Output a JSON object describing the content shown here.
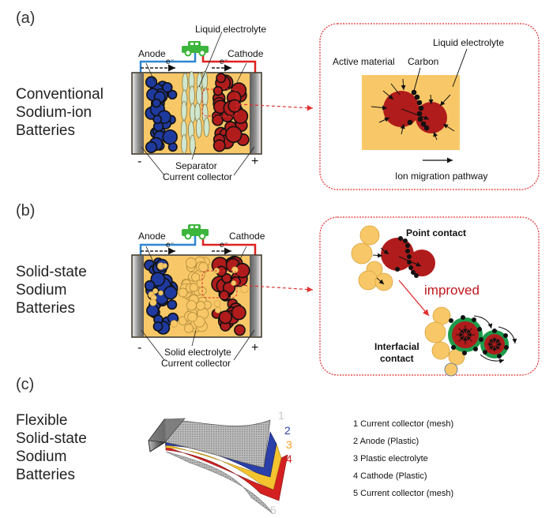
{
  "panels": [
    {
      "id": "a",
      "label": "(a)",
      "title_lines": [
        "Conventional",
        "Sodium-ion",
        "Batteries"
      ],
      "cell": {
        "top_label": "Liquid electrolyte",
        "anode_label": "Anode",
        "cathode_label": "Cathode",
        "electron_label": "e⁻",
        "minus": "-",
        "plus": "+",
        "middle_label": "Separator",
        "bottom_label": "Current collector",
        "load_icon": "car-icon"
      },
      "zoom": {
        "labels": {
          "active_material": "Active material",
          "carbon": "Carbon",
          "liquid_electrolyte": "Liquid electrolyte",
          "pathway": "Ion migration pathway"
        }
      }
    },
    {
      "id": "b",
      "label": "(b)",
      "title_lines": [
        "Solid-state",
        "Sodium",
        "Batteries"
      ],
      "cell": {
        "anode_label": "Anode",
        "cathode_label": "Cathode",
        "electron_label": "e⁻",
        "minus": "-",
        "plus": "+",
        "middle_label": "Solid electrolyte",
        "bottom_label": "Current collector",
        "load_icon": "car-icon"
      },
      "zoom": {
        "labels": {
          "point_contact": "Point contact",
          "improved": "improved",
          "interfacial_line1": "Interfacial",
          "interfacial_line2": "contact"
        }
      }
    },
    {
      "id": "c",
      "label": "(c)",
      "title_lines": [
        "Flexible",
        "Solid-state",
        "Sodium",
        "Batteries"
      ],
      "layer_numbers": [
        "1",
        "2",
        "3",
        "4",
        "5"
      ],
      "legend": [
        "1 Current  collector (mesh)",
        "2 Anode  (Plastic)",
        "3 Plastic electrolyte",
        "4 Cathode  (Plastic)",
        "5 Current  collector (mesh)"
      ]
    }
  ],
  "colors": {
    "anode": "#1f3a9e",
    "cathode": "#b01c1c",
    "electrolyte": "#f8c868",
    "separator": "#cfe6cf",
    "collector": "#9a9a9a",
    "wire_neg": "#2f86d1",
    "wire_pos": "#e02020",
    "car": "#3cb53c",
    "callout": "#e03030",
    "interface": "#1d9a4a",
    "layer1": "#b8b8b8",
    "layer2": "#2b3fa8",
    "layer3": "#f4c430",
    "layer4": "#d42020",
    "layer5": "#c8c8c8"
  }
}
